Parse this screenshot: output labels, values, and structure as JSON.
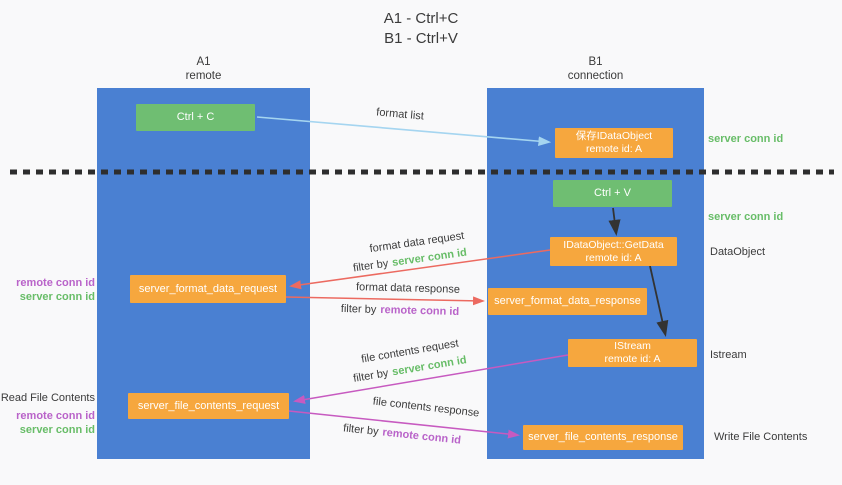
{
  "title": {
    "line1": "A1 - Ctrl+C",
    "line2": "B1 - Ctrl+V"
  },
  "lanes": {
    "left": {
      "name": "A1",
      "role": "remote"
    },
    "right": {
      "name": "B1",
      "role": "connection"
    }
  },
  "nodes": {
    "ctrl_c": {
      "label": "Ctrl + C"
    },
    "ctrl_v": {
      "label": "Ctrl + V"
    },
    "save_dataobject": {
      "line1": "保存IDataObject",
      "line2": "remote id: A"
    },
    "getdata": {
      "line1": "IDataObject::GetData",
      "line2": "remote id: A"
    },
    "istream": {
      "line1": "IStream",
      "line2": "remote id: A"
    },
    "format_request": {
      "label": "server_format_data_request"
    },
    "format_response": {
      "label": "server_format_data_response"
    },
    "file_request": {
      "label": "server_file_contents_request"
    },
    "file_response": {
      "label": "server_file_contents_response"
    }
  },
  "arrows": {
    "format_list": {
      "label": "format list"
    },
    "format_data_request": {
      "label": "format data request",
      "filter_prefix": "filter by",
      "filter_key": "server conn id"
    },
    "format_data_response": {
      "label": "format data response",
      "filter_prefix": "filter by",
      "filter_key": "remote conn id"
    },
    "file_contents_request": {
      "label": "file contents request",
      "filter_prefix": "filter by",
      "filter_key": "server conn id"
    },
    "file_contents_response": {
      "label": "file contents response",
      "filter_prefix": "filter by",
      "filter_key": "remote conn id"
    }
  },
  "side_labels": {
    "right_server_conn_id_top": "server conn id",
    "right_server_conn_id_mid": "server conn id",
    "dataobject": "DataObject",
    "istream": "Istream",
    "write_file_contents": "Write File Contents",
    "read_file_contents": "Read File Contents",
    "left_remote_conn_id_top": "remote conn id",
    "left_server_conn_id_top": "server conn id",
    "left_remote_conn_id_bottom": "remote conn id",
    "left_server_conn_id_bottom": "server conn id"
  },
  "colors": {
    "lane_blue": "#4a80d2",
    "node_orange": "#f6a73e",
    "node_green": "#6fbe72",
    "server_conn_id_green": "#68bd68",
    "remote_conn_id_purple": "#b963c9",
    "request_arrow_red": "#ec6a60",
    "response_arrow_magenta": "#c75ac0",
    "format_list_arrow_blue": "#a5d5f0",
    "black_arrow": "#333333",
    "separator_black": "#2e2e2e"
  }
}
